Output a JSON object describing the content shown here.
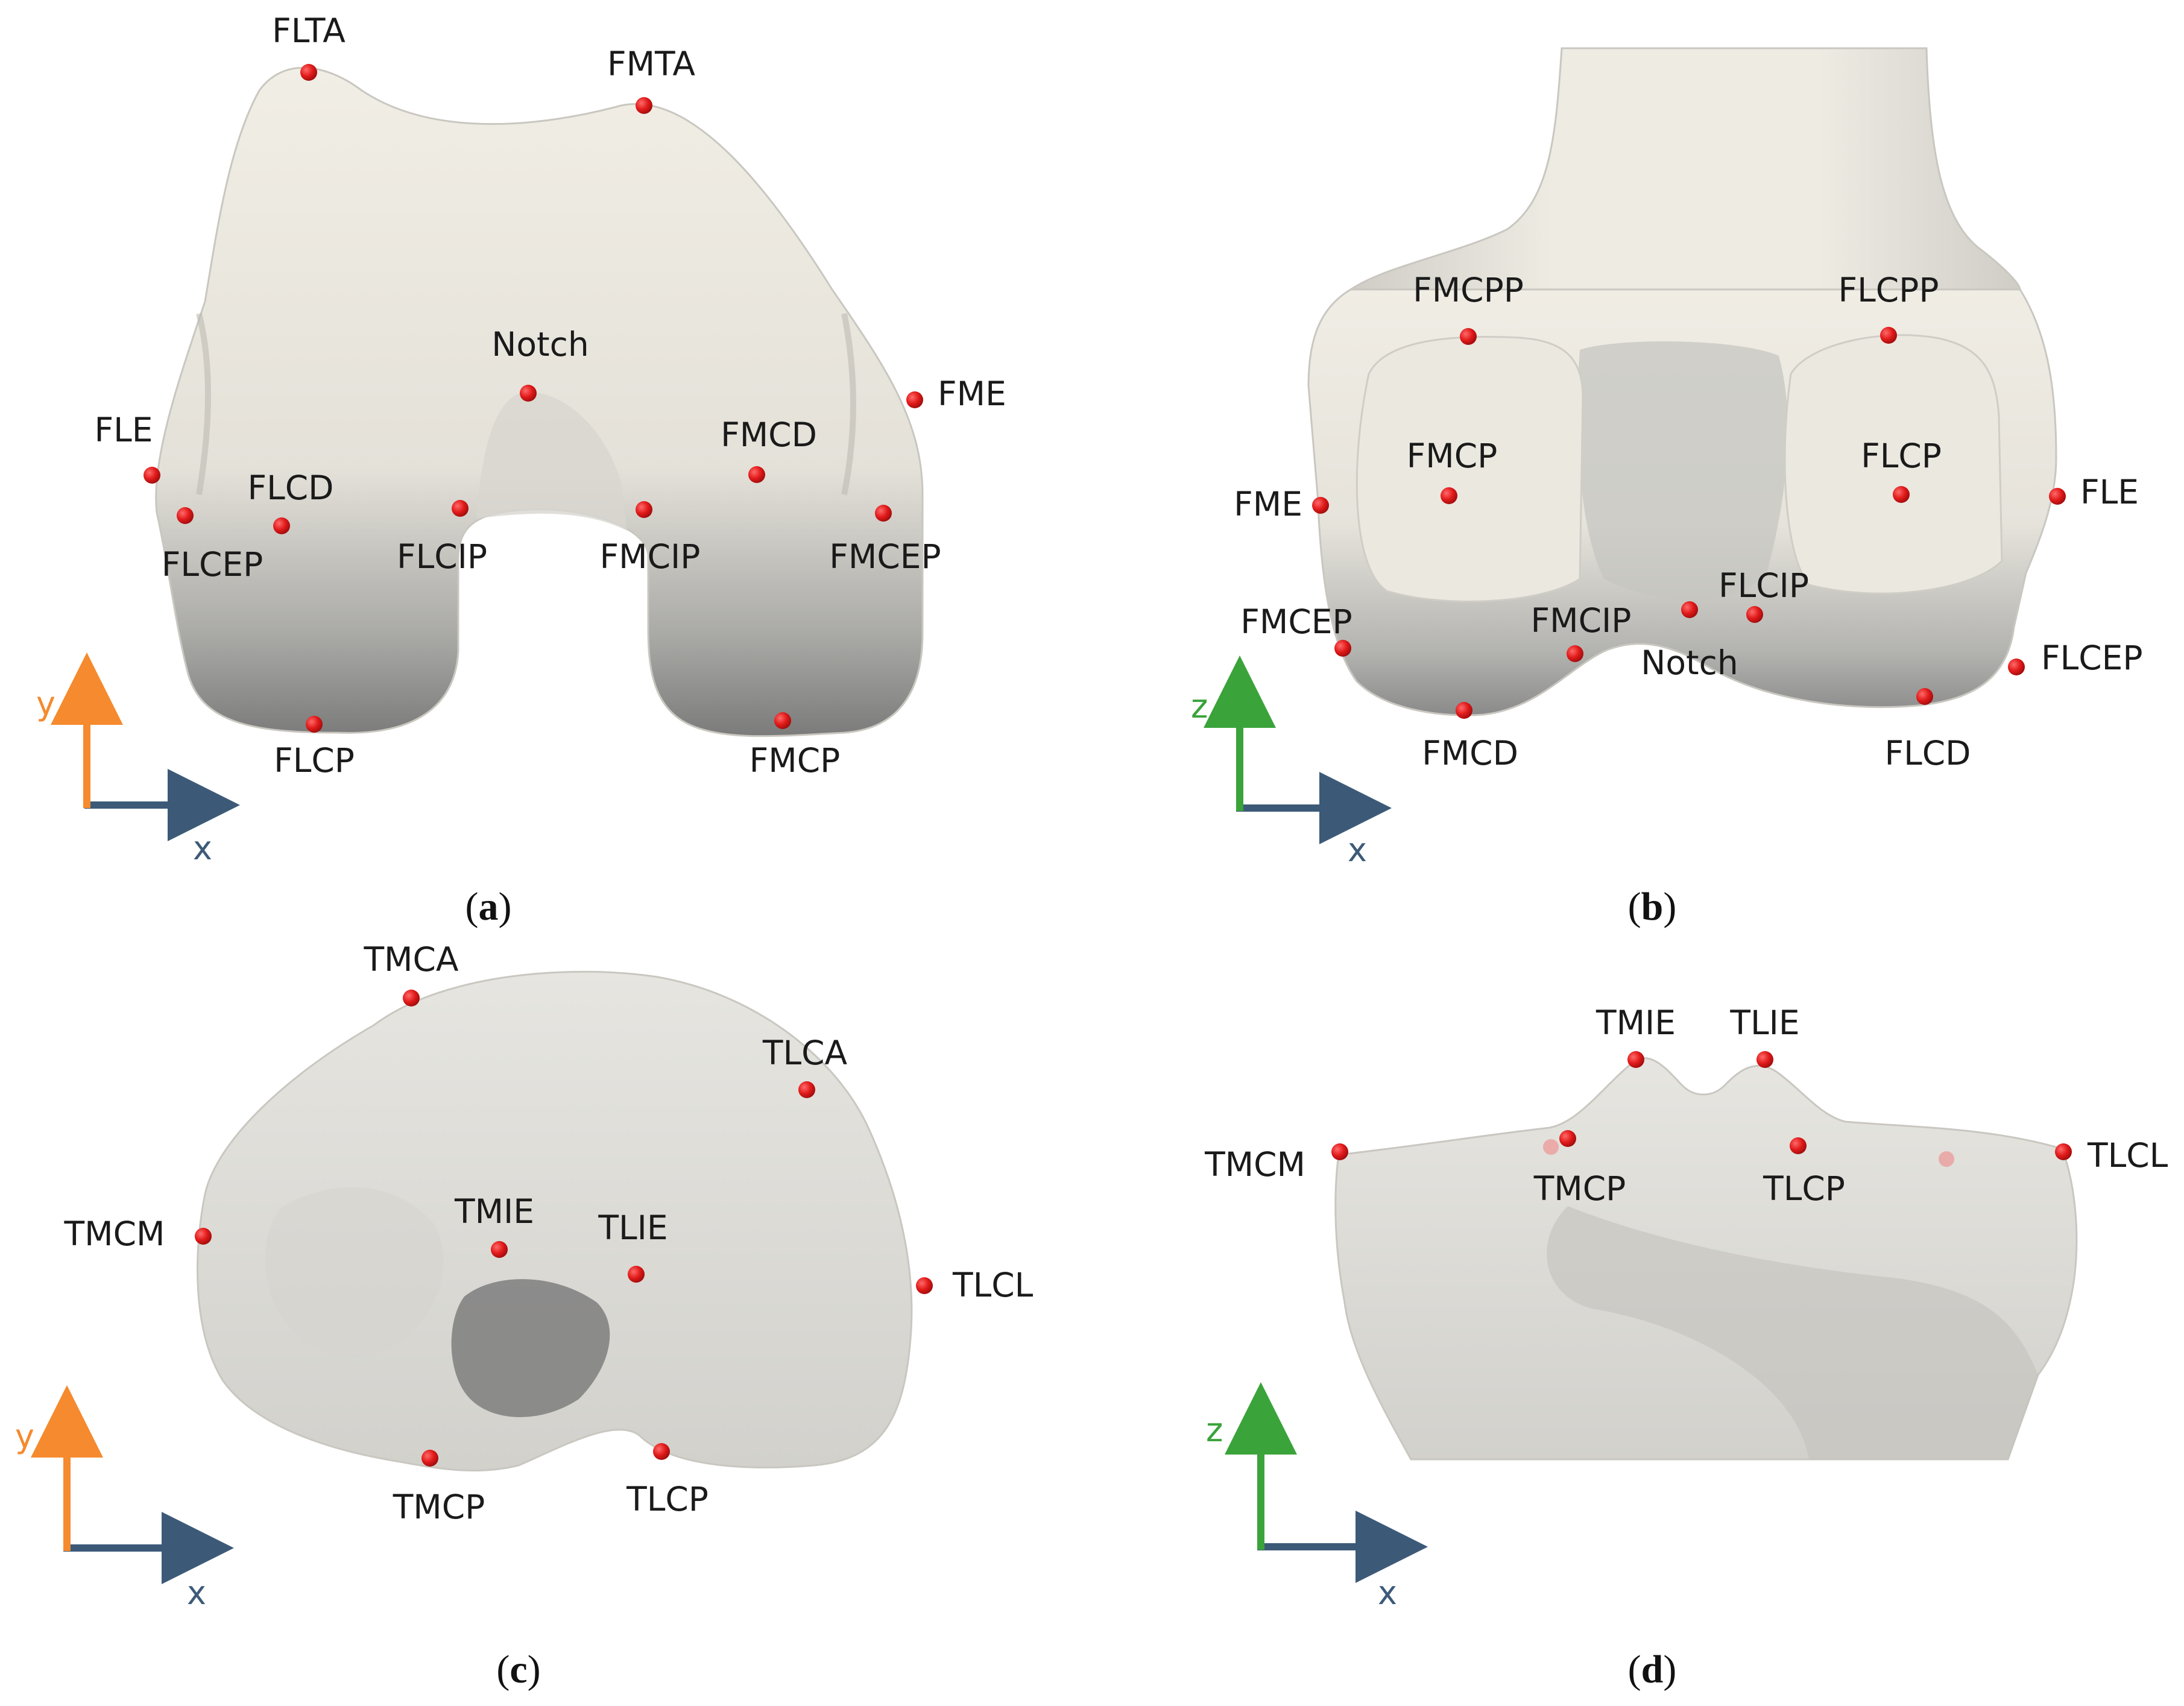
{
  "colors": {
    "landmark": "#e11a1a",
    "bone_light": "#f1eee5",
    "bone_mid": "#d9d7d0",
    "bone_dark": "#6f6f6f",
    "axis_x": "#3c5a78",
    "axis_y": "#f58a2e",
    "axis_z": "#3aa33a"
  },
  "panels": [
    {
      "caption": "a",
      "axes": {
        "horizontal": "x",
        "vertical": "y"
      },
      "landmarks": [
        "FLTA",
        "FMTA",
        "Notch",
        "FME",
        "FLE",
        "FMCD",
        "FLCD",
        "FLCEP",
        "FLCIP",
        "FMCIP",
        "FMCEP",
        "FLCP",
        "FMCP"
      ]
    },
    {
      "caption": "b",
      "axes": {
        "horizontal": "x",
        "vertical": "z"
      },
      "landmarks": [
        "FMCPP",
        "FLCPP",
        "FMCP",
        "FLCP",
        "FME",
        "FLE",
        "FMCEP",
        "FMCIP",
        "FLCIP",
        "Notch",
        "FLCEP",
        "FMCD",
        "FLCD"
      ]
    },
    {
      "caption": "c",
      "axes": {
        "horizontal": "x",
        "vertical": "y"
      },
      "landmarks": [
        "TMCA",
        "TLCA",
        "TMCM",
        "TMIE",
        "TLIE",
        "TLCL",
        "TMCP",
        "TLCP"
      ]
    },
    {
      "caption": "d",
      "axes": {
        "horizontal": "x",
        "vertical": "z"
      },
      "landmarks": [
        "TMIE",
        "TLIE",
        "TMCM",
        "TMCP",
        "TLCP",
        "TLCL"
      ]
    }
  ]
}
